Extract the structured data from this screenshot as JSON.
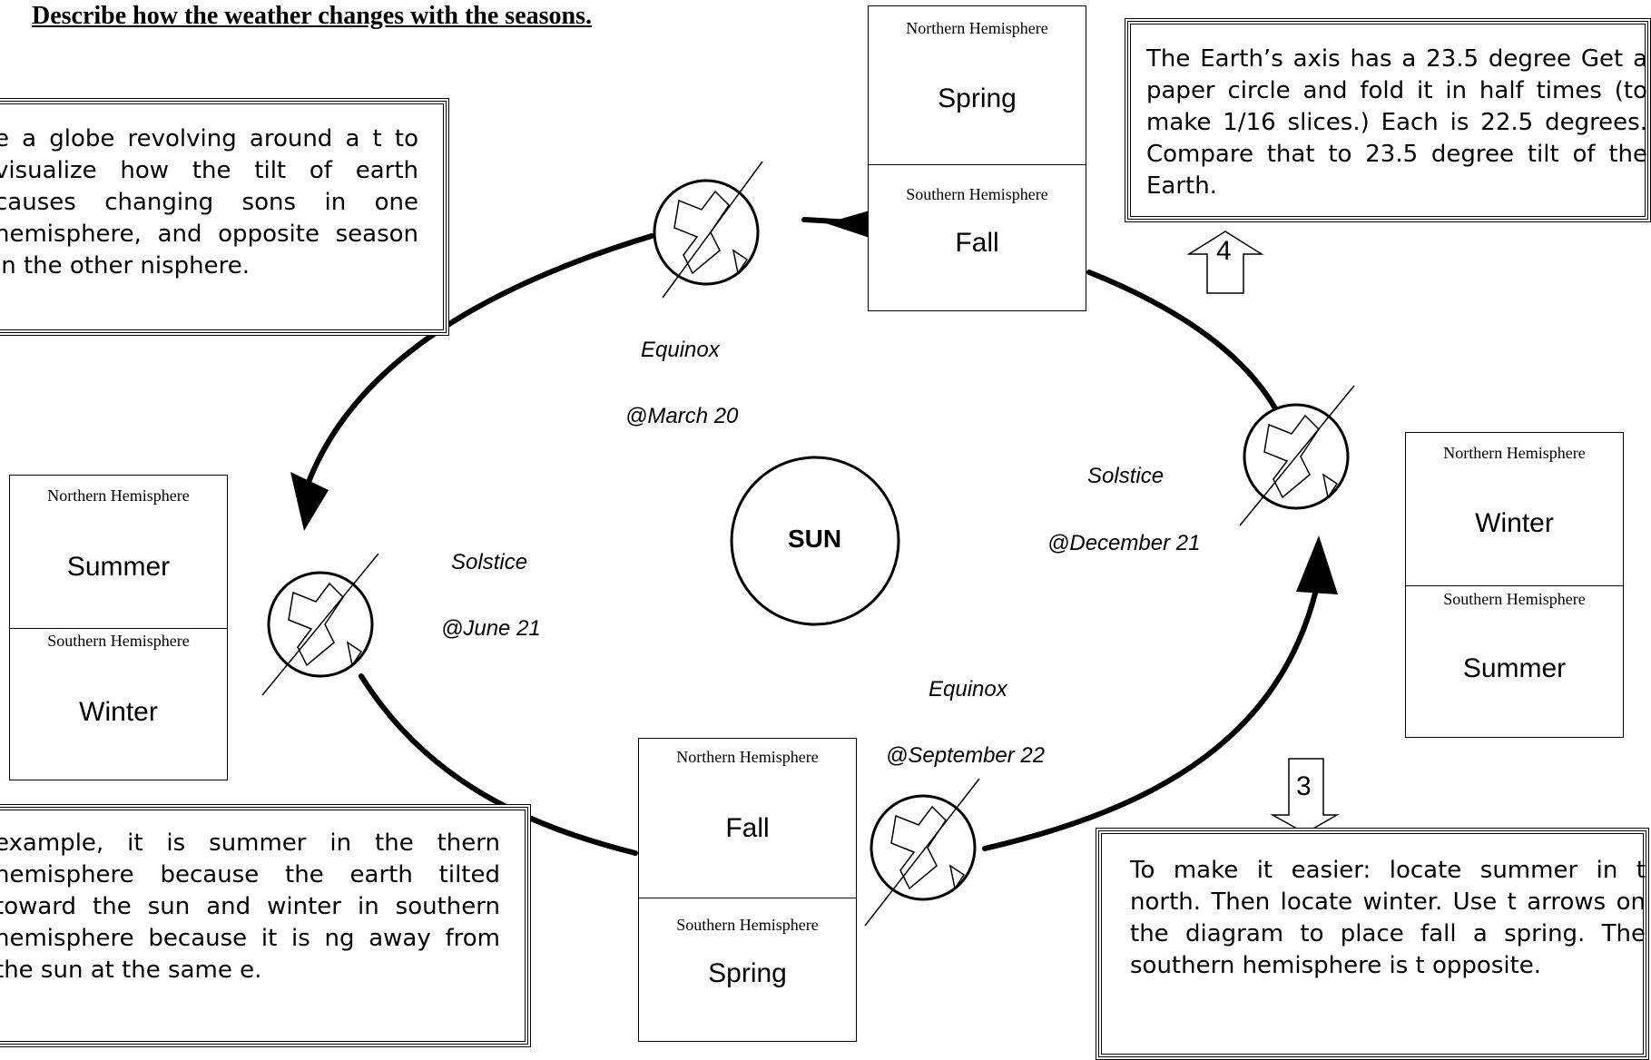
{
  "title": "Describe how the weather changes with the seasons.",
  "sun_label": "SUN",
  "notes": {
    "top_left": "e a globe revolving around a t to visualize how the tilt of earth causes changing sons in one hemisphere, and opposite season in the other nisphere.",
    "top_right": "The Earth’s axis has a 23.5 degree Get a paper circle and fold it in half times (to make 1/16 slices.) Each is 22.5 degrees. Compare that to 23.5 degree tilt of the Earth.",
    "bottom_left": "example, it is summer in the thern hemisphere because the earth tilted toward the sun and winter in southern hemisphere because it is ng away from the sun at the same e.",
    "bottom_right": "To make it easier: locate summer in t north. Then locate winter. Use t arrows on the diagram to place fall a spring. The southern hemisphere is t opposite."
  },
  "step_labels": {
    "up": "4",
    "down": "3"
  },
  "season_boxes": {
    "top": {
      "north_label": "Northern Hemisphere",
      "north_season": "Spring",
      "south_label": "Southern Hemisphere",
      "south_season": "Fall"
    },
    "left": {
      "north_label": "Northern Hemisphere",
      "north_season": "Summer",
      "south_label": "Southern Hemisphere",
      "south_season": "Winter"
    },
    "bottom": {
      "north_label": "Northern Hemisphere",
      "north_season": "Fall",
      "south_label": "Southern Hemisphere",
      "south_season": "Spring"
    },
    "right": {
      "north_label": "Northern Hemisphere",
      "north_season": "Winter",
      "south_label": "Southern Hemisphere",
      "south_season": "Summer"
    }
  },
  "orbit_labels": {
    "march": {
      "event": "Equinox",
      "date": "@March 20"
    },
    "june": {
      "event": "Solstice",
      "date": "@June 21"
    },
    "september": {
      "event": "Equinox",
      "date": "@September 22"
    },
    "december": {
      "event": "Solstice",
      "date": "@December 21"
    }
  }
}
